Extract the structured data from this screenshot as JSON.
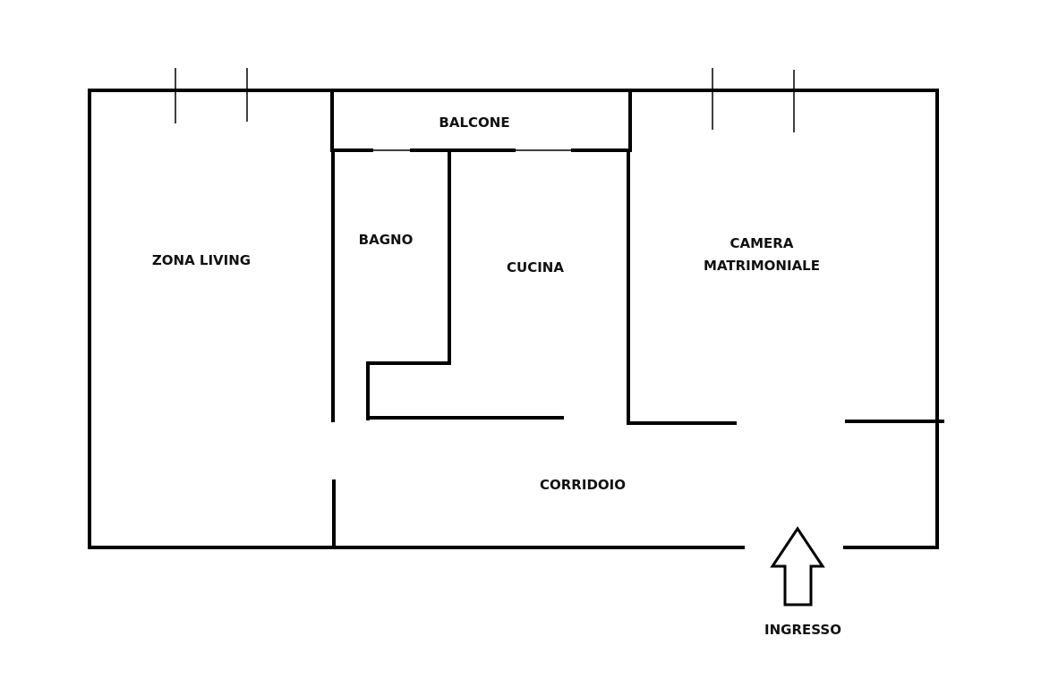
{
  "rooms": {
    "balcone": "BALCONE",
    "zona_living": "ZONA LIVING",
    "bagno": "BAGNO",
    "cucina": "CUCINA",
    "camera_line1": "CAMERA",
    "camera_line2": "MATRIMONIALE",
    "corridoio": "CORRIDOIO",
    "ingresso": "INGRESSO"
  },
  "colors": {
    "wall": "#000000",
    "background": "#ffffff",
    "label": "#111111"
  }
}
